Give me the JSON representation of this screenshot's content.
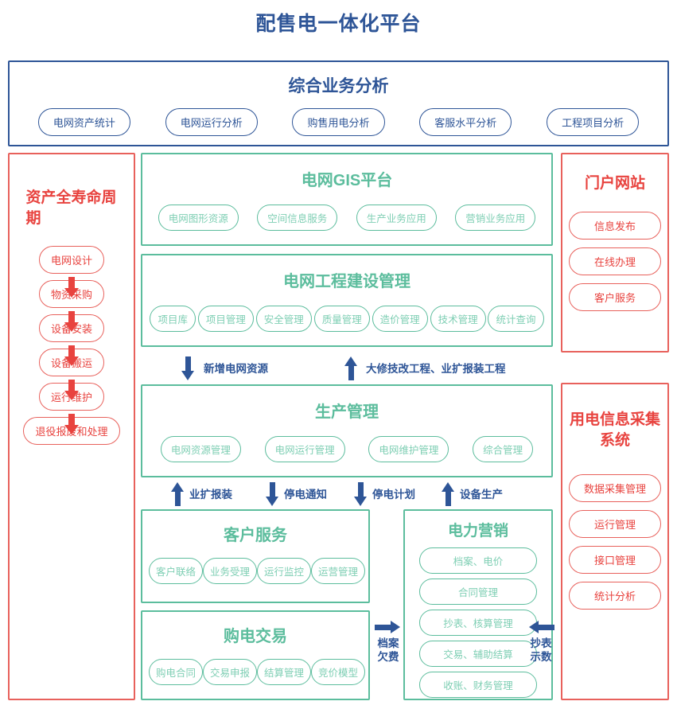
{
  "title": "配售电一体化平台",
  "analysis": {
    "title": "综合业务分析",
    "pills": [
      "电网资产统计",
      "电网运行分析",
      "购售用电分析",
      "客服水平分析",
      "工程项目分析"
    ]
  },
  "lifecycle": {
    "title": "资产全寿命周期",
    "steps": [
      "电网设计",
      "物资采购",
      "设备安装",
      "设备搬运",
      "运行维护",
      "退役报废和处理"
    ]
  },
  "gis": {
    "title": "电网GIS平台",
    "pills": [
      "电网图形资源",
      "空间信息服务",
      "生产业务应用",
      "营销业务应用"
    ]
  },
  "engineering": {
    "title": "电网工程建设管理",
    "pills": [
      "项目库",
      "项目管理",
      "安全管理",
      "质量管理",
      "造价管理",
      "技术管理",
      "统计查询"
    ]
  },
  "production": {
    "title": "生产管理",
    "pills": [
      "电网资源管理",
      "电网运行管理",
      "电网维护管理",
      "综合管理"
    ]
  },
  "customer_service": {
    "title": "客户服务",
    "pills": [
      "客户联络",
      "业务受理",
      "运行监控",
      "运营管理"
    ]
  },
  "power_trade": {
    "title": "购电交易",
    "pills": [
      "购电合同",
      "交易申报",
      "结算管理",
      "竞价模型"
    ]
  },
  "marketing": {
    "title": "电力营销",
    "pills": [
      "档案、电价",
      "合同管理",
      "抄表、核算管理",
      "交易、辅助结算",
      "收账、财务管理"
    ]
  },
  "portal": {
    "title": "门户网站",
    "pills": [
      "信息发布",
      "在线办理",
      "客户服务"
    ]
  },
  "collection": {
    "title": "用电信息采集系统",
    "pills": [
      "数据采集管理",
      "运行管理",
      "接口管理",
      "统计分析"
    ]
  },
  "flows": {
    "new_grid_resource": "新增电网资源",
    "overhaul_projects": "大修技改工程、业扩报装工程",
    "service_expansion": "业扩报装",
    "outage_notice": "停电通知",
    "outage_plan": "停电计划",
    "equipment_production": "设备生产",
    "archive_arrears": "档案\n欠费",
    "archive_arrears_l1": "档案",
    "archive_arrears_l2": "欠费",
    "meter_reading_l1": "抄表",
    "meter_reading_l2": "示数"
  },
  "colors": {
    "navy": "#2e5597",
    "red": "#e8433f",
    "red_border": "#e8615c",
    "green": "#5cbd9d",
    "green_text": "#7fcfb4"
  }
}
